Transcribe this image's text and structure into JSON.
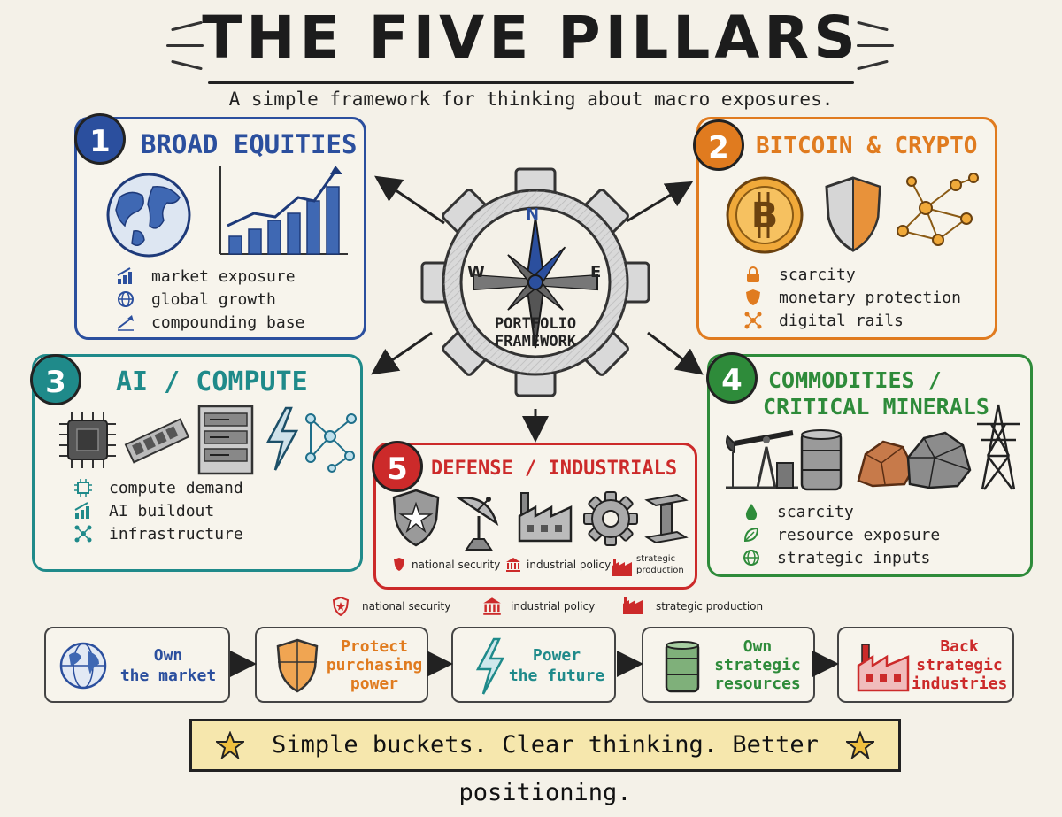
{
  "header": {
    "title": "THE FIVE PILLARS",
    "subtitle": "A simple framework for thinking about macro exposures."
  },
  "center": {
    "label_line1": "PORTFOLIO",
    "label_line2": "FRAMEWORK",
    "compass": {
      "n": "N",
      "w": "W",
      "e": "E"
    }
  },
  "pillars": [
    {
      "number": "1",
      "title": "BROAD EQUITIES",
      "color": "#2b4f9e",
      "icons": [
        "globe-icon",
        "rising-bar-chart-icon"
      ],
      "bullets": [
        "market exposure",
        "global growth",
        "compounding base"
      ]
    },
    {
      "number": "2",
      "title": "BITCOIN & CRYPTO",
      "color": "#e07b1f",
      "icons": [
        "bitcoin-coin-icon",
        "shield-icon",
        "network-nodes-icon"
      ],
      "bullets": [
        "scarcity",
        "monetary protection",
        "digital rails"
      ]
    },
    {
      "number": "3",
      "title": "AI / COMPUTE",
      "color": "#1f8a8a",
      "icons": [
        "chip-icon",
        "memory-module-icon",
        "server-rack-icon",
        "lightning-icon",
        "network-nodes-icon"
      ],
      "bullets": [
        "compute demand",
        "AI buildout",
        "infrastructure"
      ]
    },
    {
      "number": "4",
      "title_line1": "COMMODITIES /",
      "title_line2": "CRITICAL MINERALS",
      "color": "#2e8b3a",
      "icons": [
        "oil-pump-icon",
        "oil-barrel-icon",
        "copper-ore-icon",
        "mineral-rocks-icon",
        "power-pylon-icon"
      ],
      "bullets": [
        "scarcity",
        "resource exposure",
        "strategic inputs"
      ]
    },
    {
      "number": "5",
      "title": "DEFENSE / INDUSTRIALS",
      "color": "#cc2a2a",
      "icons": [
        "star-shield-icon",
        "satellite-dish-icon",
        "factory-icon",
        "gear-icon",
        "steel-beam-icon"
      ],
      "bullets": [
        "national security",
        "industrial policy",
        "strategic",
        "production"
      ]
    }
  ],
  "legend": [
    "national security",
    "industrial policy",
    "strategic production"
  ],
  "flow": [
    {
      "line1": "Own",
      "line2": "the market",
      "line3": "",
      "color": "#2b4f9e"
    },
    {
      "line1": "Protect",
      "line2": "purchasing",
      "line3": "power",
      "color": "#e07b1f"
    },
    {
      "line1": "Power",
      "line2": "the future",
      "line3": "",
      "color": "#1f8a8a"
    },
    {
      "line1": "Own",
      "line2": "strategic",
      "line3": "resources",
      "color": "#2e8b3a"
    },
    {
      "line1": "Back",
      "line2": "strategic",
      "line3": "industries",
      "color": "#cc2a2a"
    }
  ],
  "tagline": "Simple buckets. Clear thinking. Better positioning."
}
